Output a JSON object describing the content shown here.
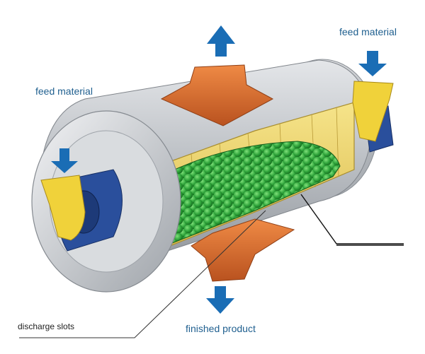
{
  "labels": {
    "feed_left": "feed material",
    "feed_right": "feed material",
    "finished_product": "finished product",
    "discharge_slots": "discharge slots"
  },
  "colors": {
    "shell": "#c9ccd0",
    "liner": "#e9d36a",
    "balls": "#2ea33a",
    "hood": "#d8692c",
    "bearing": "#2a4f9c",
    "chute": "#f0d23a",
    "arrow": "#1a6db5",
    "label": "#1f5f8f"
  },
  "icons": {
    "inflow": "arrow-down-icon",
    "outflow_top": "arrow-up-icon",
    "outflow_bottom": "arrow-down-icon"
  }
}
